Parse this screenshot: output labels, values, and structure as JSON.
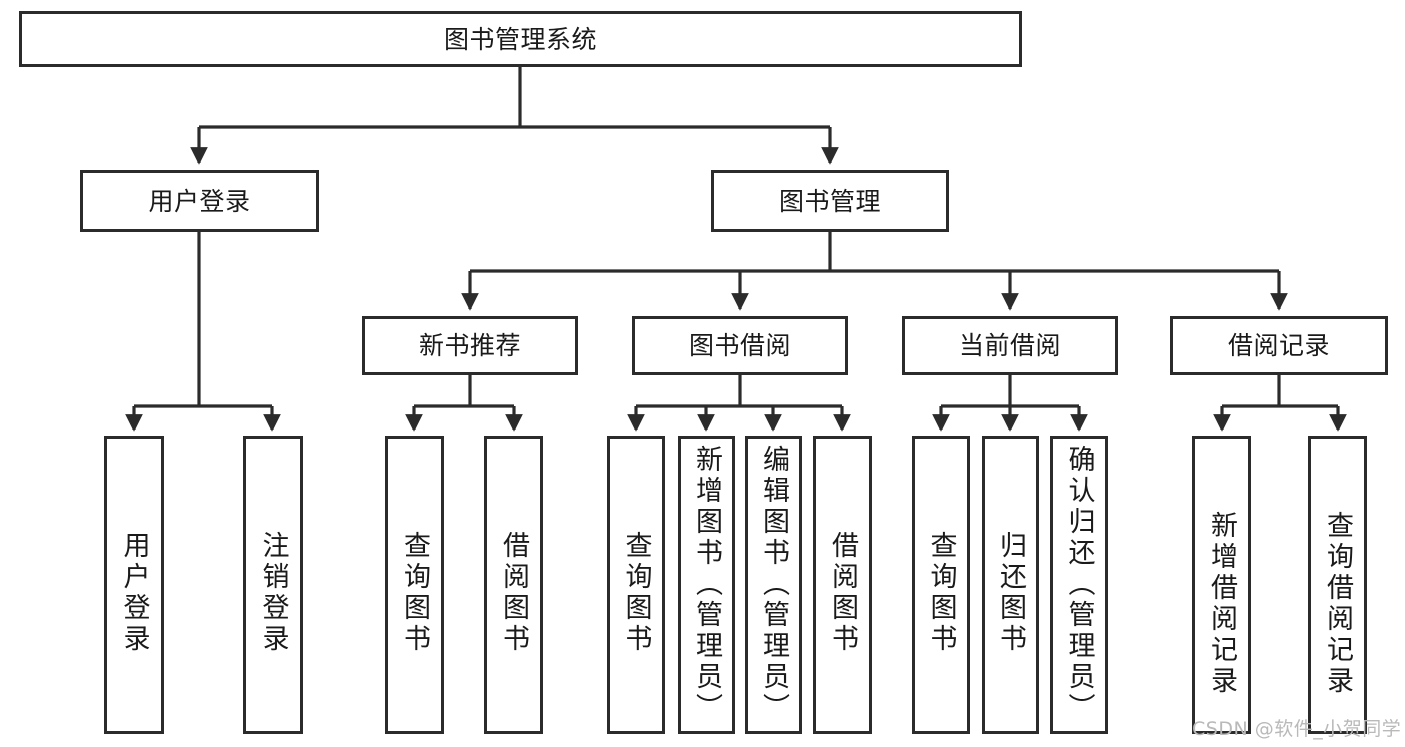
{
  "diagram": {
    "title": "图书管理系统",
    "type": "tree-hierarchy-chart",
    "colors": {
      "box_border": "#2b2b2b",
      "box_fill": "#ffffff",
      "edge": "#2b2b2b",
      "text": "#1a1a1a",
      "watermark": "#b9b9b9",
      "background": "#ffffff"
    },
    "root": {
      "label": "图书管理系统"
    },
    "level2": [
      {
        "label": "用户登录"
      },
      {
        "label": "图书管理"
      }
    ],
    "level3": [
      {
        "label": "新书推荐"
      },
      {
        "label": "图书借阅"
      },
      {
        "label": "当前借阅"
      },
      {
        "label": "借阅记录"
      }
    ],
    "leaves": {
      "user_login": [
        {
          "label": "用户登录"
        },
        {
          "label": "注销登录"
        }
      ],
      "new_book_recommend": [
        {
          "label": "查询图书"
        },
        {
          "label": "借阅图书"
        }
      ],
      "book_borrow": [
        {
          "label": "查询图书"
        },
        {
          "label": "新增图书（管理员）"
        },
        {
          "label": "编辑图书（管理员）"
        },
        {
          "label": "借阅图书"
        }
      ],
      "current_borrow": [
        {
          "label": "查询图书"
        },
        {
          "label": "归还图书"
        },
        {
          "label": "确认归还（管理员）"
        }
      ],
      "borrow_record": [
        {
          "label": "新增借阅记录"
        },
        {
          "label": "查询借阅记录"
        }
      ]
    }
  },
  "watermark": {
    "text": "CSDN @软件_小贺同学"
  }
}
